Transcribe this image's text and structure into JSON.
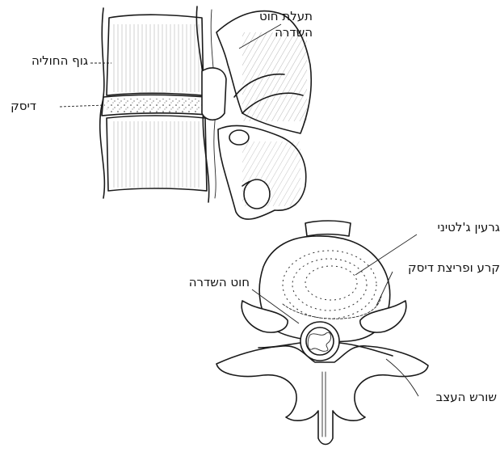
{
  "labels": {
    "spinal_canal": "תעלת חוט השדרה",
    "vertebral_body": "גוף החוליה",
    "disc": "דיסק",
    "nucleus": "גרעין ג'לטיני",
    "disc_tear": "קרע ופריצת דיסק",
    "spinal_cord": "חוט השדרה",
    "nerve_root": "שורש העצב"
  }
}
